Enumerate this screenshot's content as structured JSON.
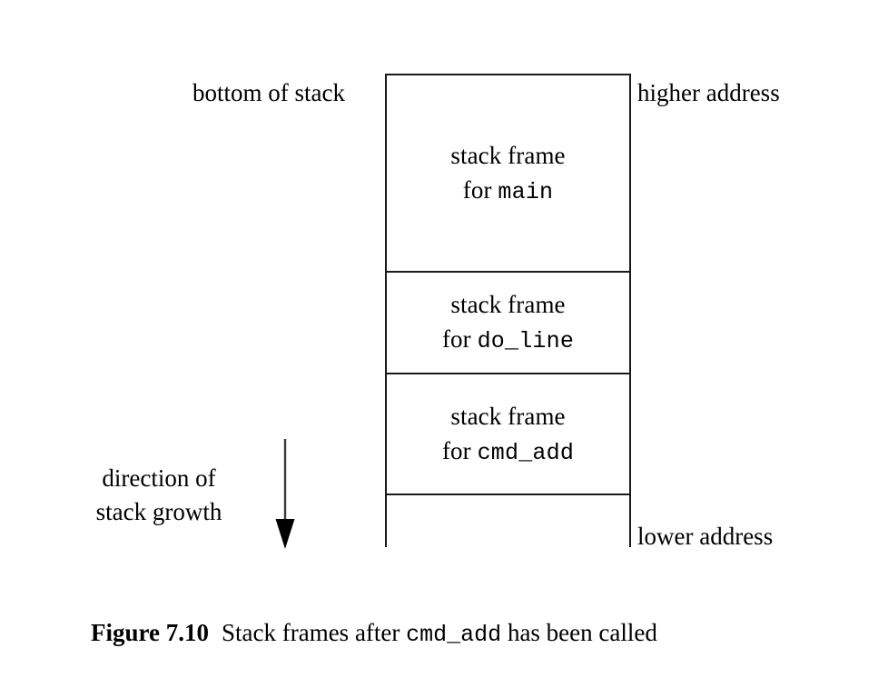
{
  "figure": {
    "number": "Figure 7.10",
    "caption_before": "Stack frames after",
    "caption_code": "cmd_add",
    "caption_after": "has been called"
  },
  "diagram": {
    "type": "stack-memory-layout",
    "labels": {
      "bottom_of_stack": "bottom of stack",
      "higher_address": "higher address",
      "lower_address": "lower address",
      "growth_line1": "direction of",
      "growth_line2": "stack growth"
    },
    "frames": [
      {
        "line1": "stack frame",
        "line2_prefix": "for",
        "function": "main"
      },
      {
        "line1": "stack frame",
        "line2_prefix": "for",
        "function": "do_line"
      },
      {
        "line1": "stack frame",
        "line2_prefix": "for",
        "function": "cmd_add"
      }
    ],
    "colors": {
      "background": "#ffffff",
      "stroke": "#1a1a1a",
      "text": "#000000"
    }
  }
}
